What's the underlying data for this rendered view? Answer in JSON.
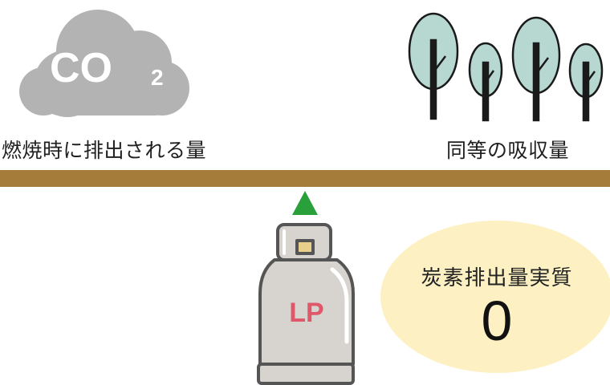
{
  "cloud": {
    "co_text": "CO",
    "sub_text": "2"
  },
  "captions": {
    "left": "燃焼時に排出される量",
    "right": "同等の吸収量"
  },
  "tank": {
    "label": "LP"
  },
  "balloon": {
    "title": "炭素排出量実質",
    "value": "0"
  },
  "colors": {
    "cloud": "#b3b3b3",
    "beam": "#a67c3b",
    "fulcrum": "#2aa03a",
    "tree_canopy": "#b7d8d0",
    "tree_outline": "#1a1a1a",
    "tank_body": "#d7d4d0",
    "tank_outline": "#555555",
    "tank_label": "#e0576a",
    "balloon": "#fdf1c4"
  },
  "icons": [
    "co2-cloud-icon",
    "trees-icon",
    "gas-cylinder-icon",
    "fulcrum-triangle-icon"
  ]
}
